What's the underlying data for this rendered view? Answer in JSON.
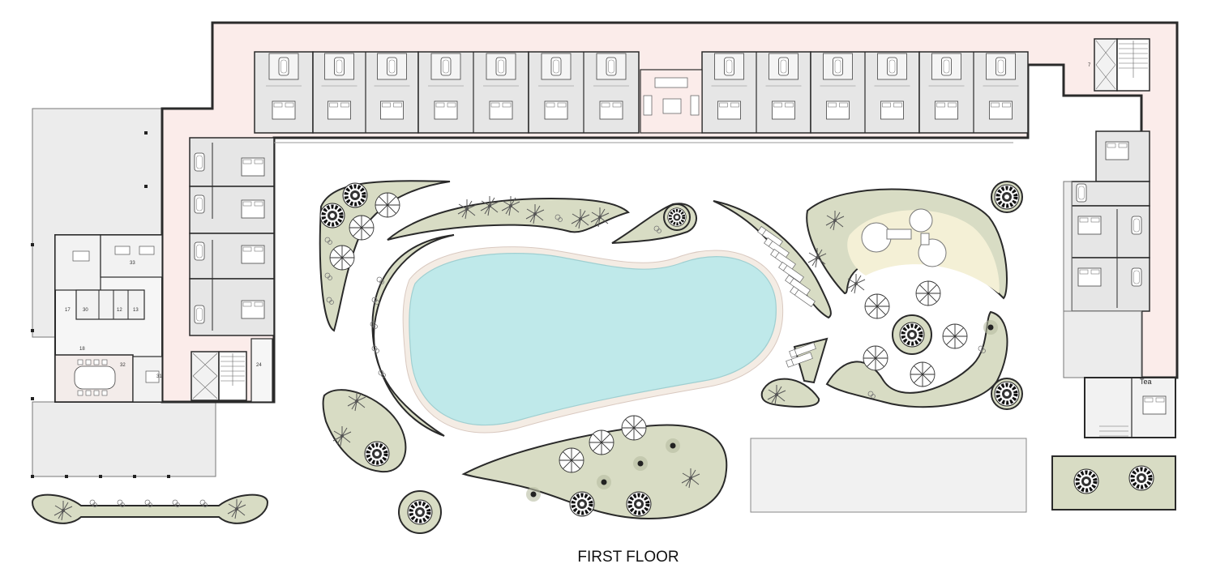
{
  "caption": "FIRST FLOOR",
  "room_numbers": [
    "33",
    "32",
    "31",
    "30",
    "12",
    "13",
    "17",
    "18",
    "24",
    "7"
  ],
  "small_label": "Tea",
  "colors": {
    "wall": "#2a2a2a",
    "corridor": "#fbecea",
    "room_floor": "#e6e6e6",
    "pool_water": "#bfe9ea",
    "pool_deck": "#f4ece4",
    "planter": "#d8dcc4",
    "sand": "#f4f0d6",
    "parking": "#ececec"
  },
  "icons": [
    "tree-icon",
    "palm-icon",
    "umbrella-icon",
    "shrub-icon",
    "bed-icon",
    "bathtub-icon",
    "sofa-icon",
    "sun-lounger-icon",
    "stair-icon"
  ]
}
